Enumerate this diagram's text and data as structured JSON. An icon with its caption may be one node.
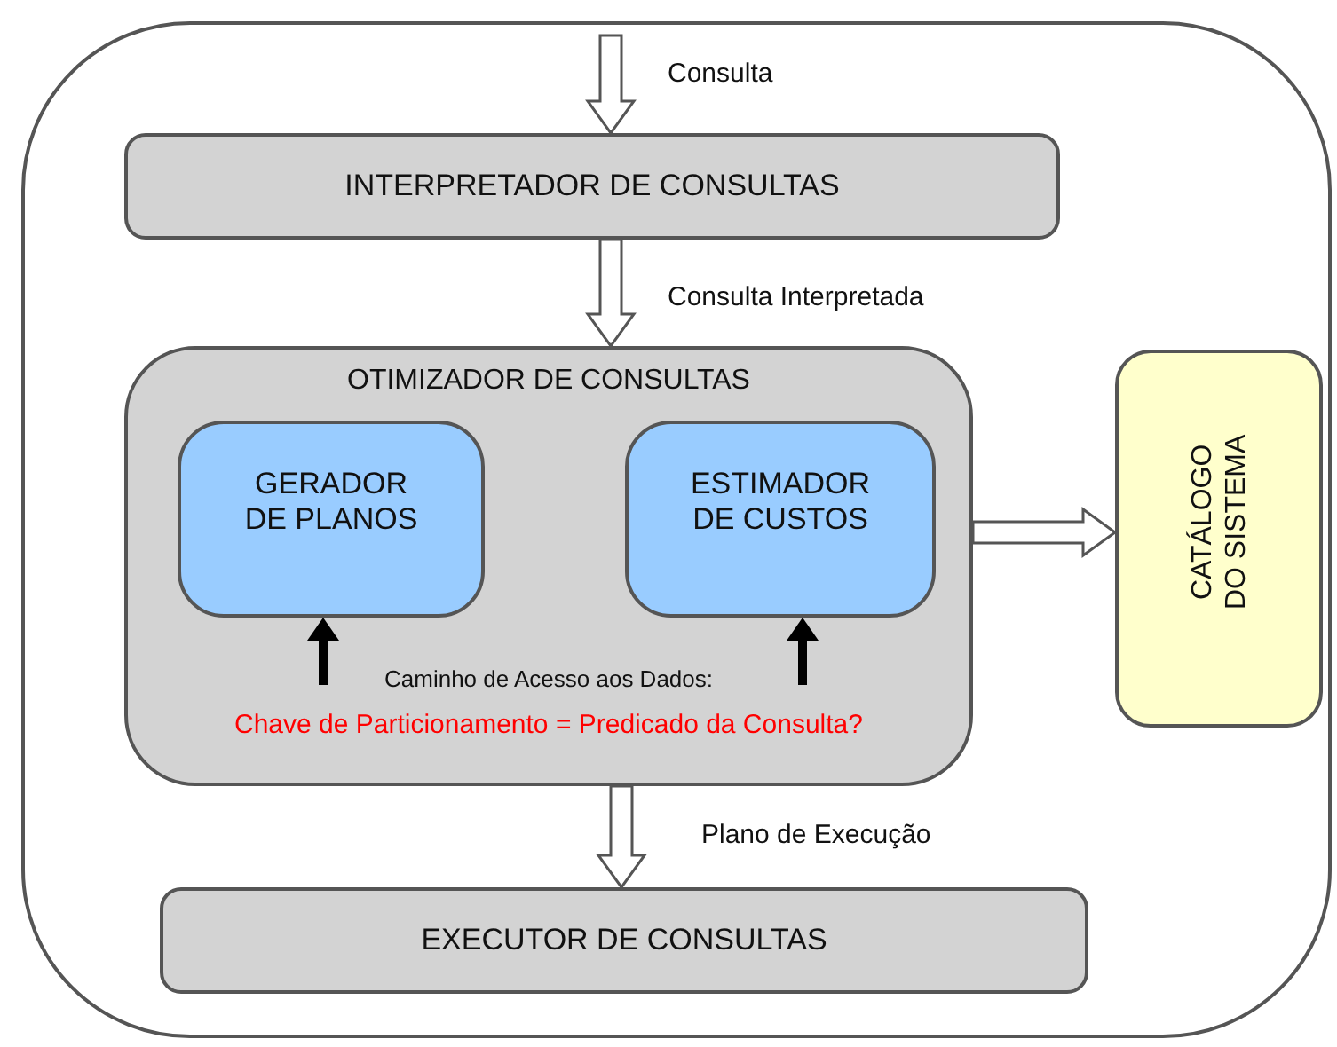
{
  "diagram": {
    "nodes": [
      {
        "text": [],
        "shape": "box"
      },
      {
        "text": [
          "INTERPRETADOR DE CONSULTAS"
        ],
        "in": 0
      },
      {
        "text": [
          "OTIMIZADOR DE CONSULTAS",
          "Caminho de Acesso aos Dados:",
          "Chave de Particionamento = Predicado da Consulta?"
        ],
        "in": 0
      },
      {
        "text": [
          "GERADOR DE PLANOS"
        ],
        "in": 2
      },
      {
        "text": [
          "ESTIMADOR DE CUSTOS"
        ],
        "in": 2
      },
      {
        "text": [
          "CATÁLOGO DO SISTEMA"
        ],
        "in": 0
      },
      {
        "text": [
          "EXECUTOR DE CONSULTAS"
        ],
        "in": 0
      }
    ],
    "edges": [
      {
        "from": null,
        "to": 1,
        "arrow": "to",
        "label": "Consulta"
      },
      {
        "from": 1,
        "to": 2,
        "arrow": "to",
        "label": "Consulta Interpretada"
      },
      {
        "from": 2,
        "to": 5,
        "arrow": "to"
      },
      {
        "from": 2,
        "to": 6,
        "arrow": "to",
        "label": "Plano de Execução"
      },
      {
        "from": null,
        "to": 3,
        "arrow": "to",
        "color": "#000000"
      },
      {
        "from": null,
        "to": 4,
        "arrow": "to",
        "color": "#000000"
      }
    ]
  }
}
